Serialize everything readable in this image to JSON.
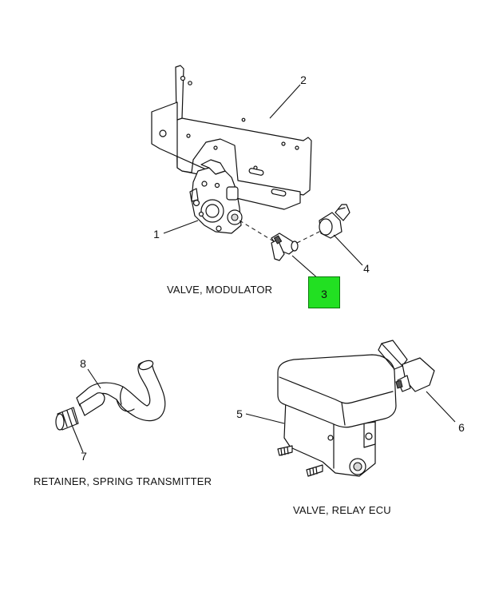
{
  "labels": {
    "valve_modulator": "VALVE, MODULATOR",
    "retainer": "RETAINER, SPRING TRANSMITTER",
    "valve_relay_ecu": "VALVE, RELAY ECU"
  },
  "callouts": {
    "c1": "1",
    "c2": "2",
    "c3": "3",
    "c4": "4",
    "c5": "5",
    "c6": "6",
    "c7": "7",
    "c8": "8"
  },
  "highlight_color": "#22e022"
}
